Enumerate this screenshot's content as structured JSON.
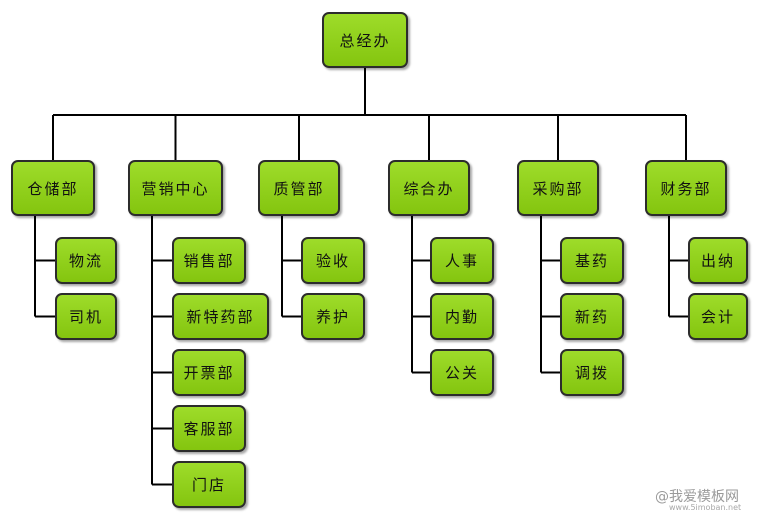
{
  "top": "总经办",
  "departments": [
    {
      "name": "仓储部",
      "children": [
        "物流",
        "司机"
      ]
    },
    {
      "name": "营销中心",
      "children": [
        "销售部",
        "新特药部",
        "开票部",
        "客服部",
        "门店"
      ]
    },
    {
      "name": "质管部",
      "children": [
        "验收",
        "养护"
      ]
    },
    {
      "name": "综合办",
      "children": [
        "人事",
        "内勤",
        "公关"
      ]
    },
    {
      "name": "采购部",
      "children": [
        "基药",
        "新药",
        "调拨"
      ]
    },
    {
      "name": "财务部",
      "children": [
        "出纳",
        "会计"
      ]
    }
  ],
  "watermark": {
    "text": "@我爱模板网",
    "sub": "www.5imoban.net"
  },
  "colors": {
    "node_fill": "#8dcf1a",
    "border": "#2c2c2c",
    "line": "#000000"
  }
}
